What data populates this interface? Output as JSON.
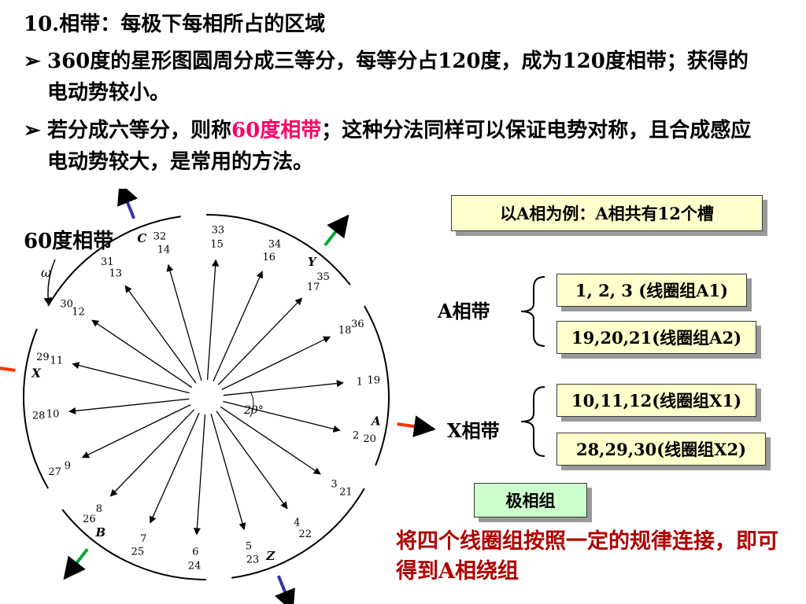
{
  "heading": "10.相带：每极下每相所占的区域",
  "bullets": [
    {
      "marker": "➢",
      "text": "360度的星形图圆周分成三等分，每等分占120度，成为120度相带；获得的电动势较小。"
    },
    {
      "marker": "➢",
      "text_before": "若分成六等分，则称",
      "highlight": "60度相带",
      "text_after": "；这种分法同样可以保证电势对称，且合成感应电动势较大，是常用的方法。"
    }
  ],
  "label_60": "60度相带",
  "example_box": "以A相为例：A相共有12个槽",
  "groups": [
    {
      "label": "A相带",
      "items": [
        "1, 2, 3 (线圈组A1)",
        "19,20,21(线圈组A2)"
      ]
    },
    {
      "label": "X相带",
      "items": [
        "10,11,12(线圈组X1)",
        "28,29,30(线圈组X2)"
      ]
    }
  ],
  "pole_group_box": "极相组",
  "note": "将四个线圈组按照一定的规律连接，即可得到A相绕组",
  "diagram": {
    "phase_labels": [
      "C",
      "Y",
      "A",
      "Z",
      "B",
      "X"
    ],
    "omega": "ω",
    "angle": "20°",
    "slot_labels": [
      "1",
      "2",
      "3",
      "4",
      "5",
      "6",
      "7",
      "8",
      "9",
      "10",
      "11",
      "12",
      "13",
      "14",
      "15",
      "16",
      "17",
      "18",
      "19",
      "20",
      "21",
      "22",
      "23",
      "24",
      "25",
      "26",
      "27",
      "28",
      "29",
      "30",
      "31",
      "32",
      "33",
      "34",
      "35",
      "36"
    ],
    "colors": {
      "red": "#ff3300",
      "green": "#00aa33",
      "blue": "#3333aa",
      "highlight": "#ff0066",
      "note": "#b00000"
    }
  }
}
